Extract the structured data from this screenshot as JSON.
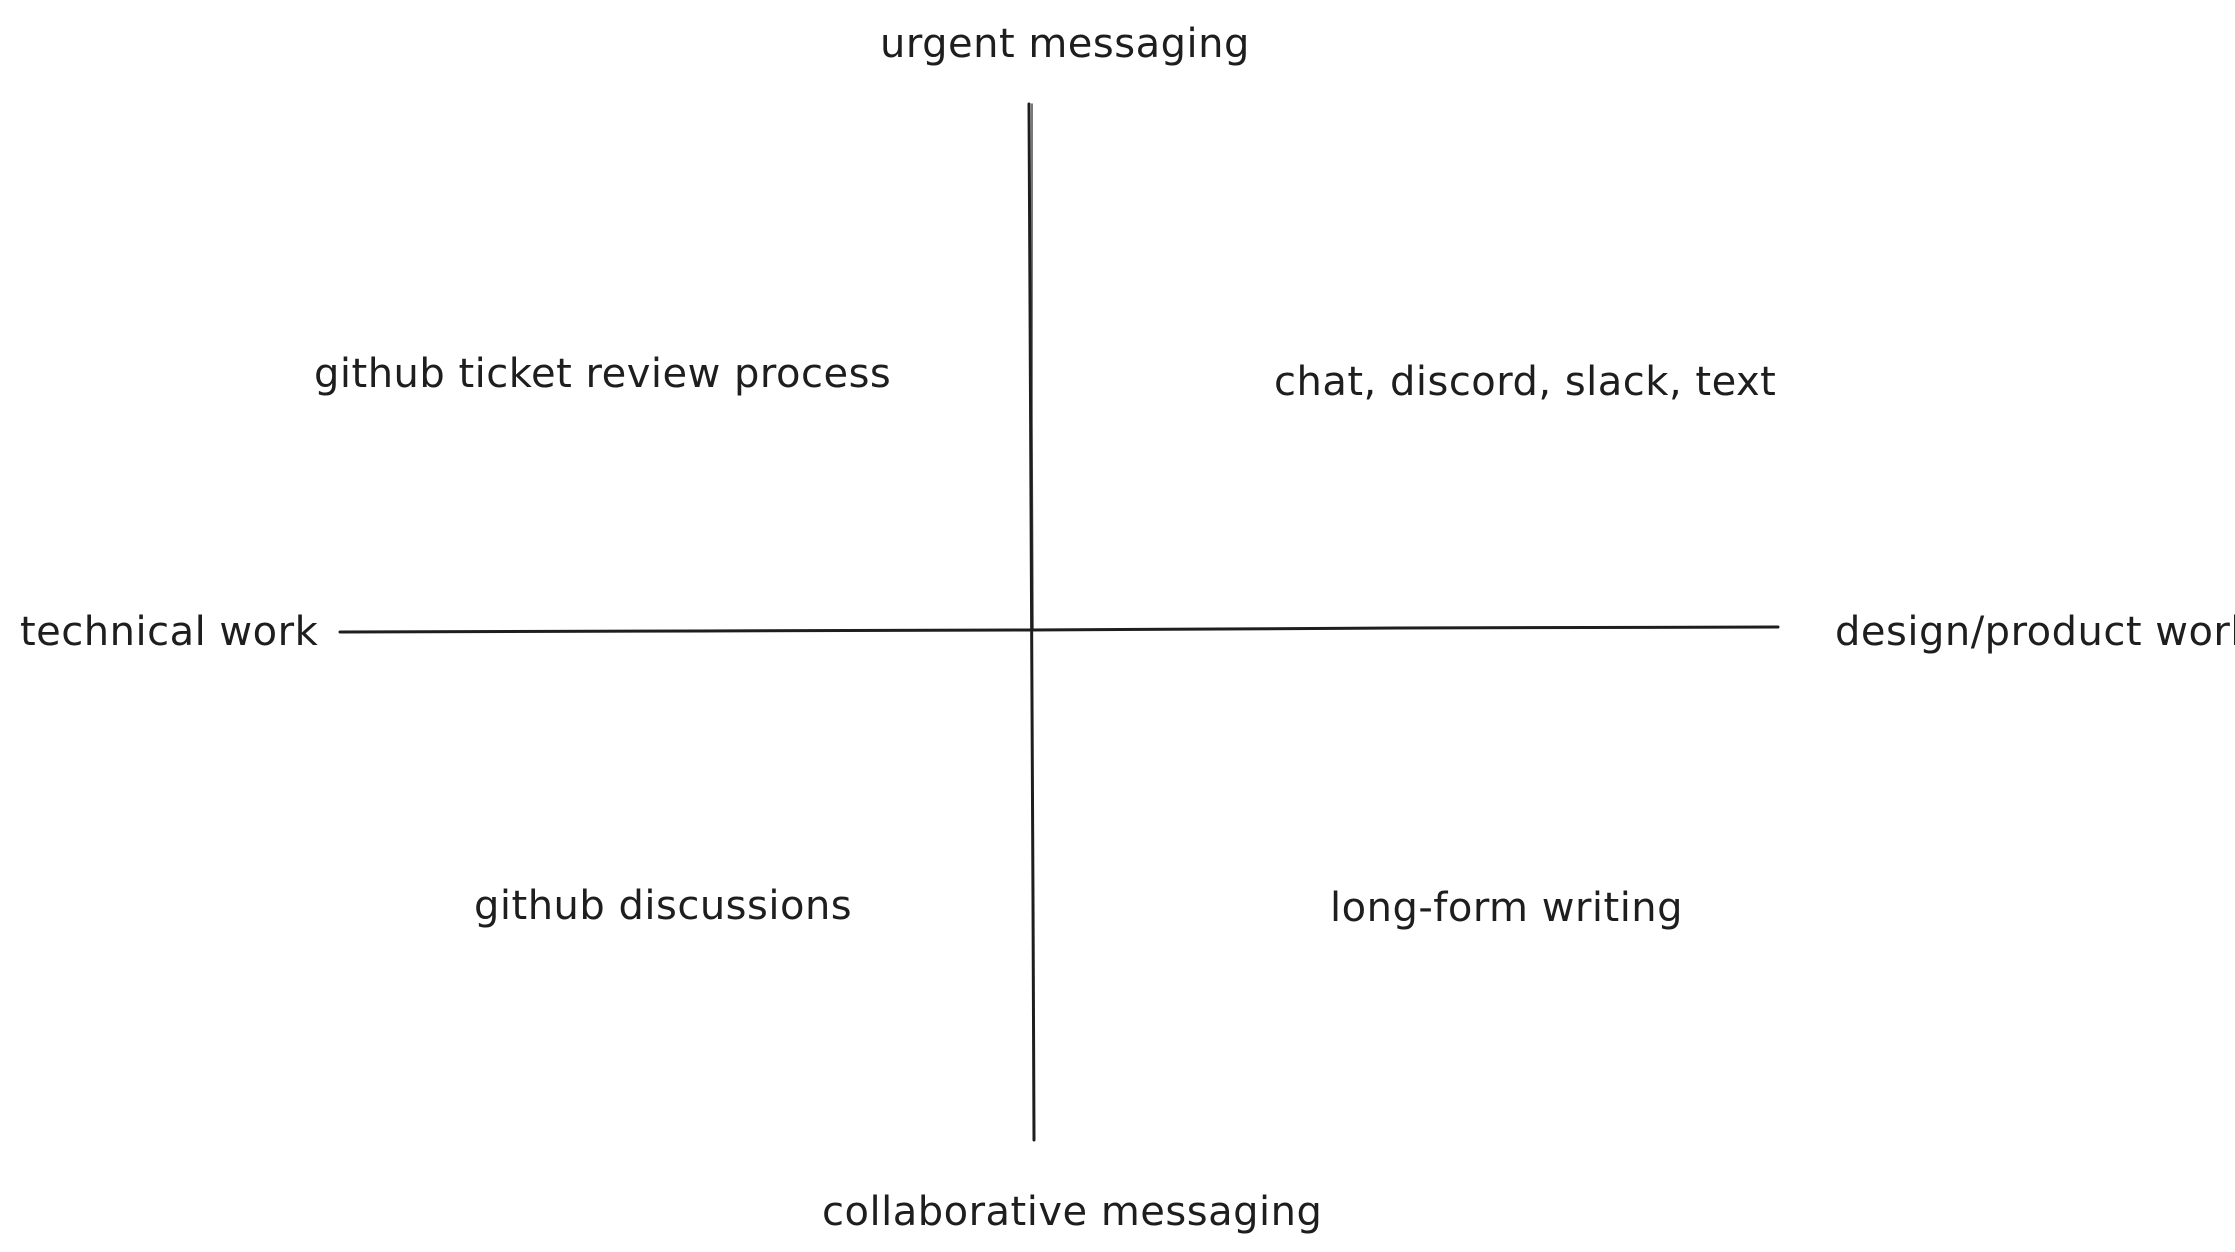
{
  "axes": {
    "top": "urgent messaging",
    "bottom": "collaborative messaging",
    "left": "technical work",
    "right": "design/product work"
  },
  "quadrants": {
    "top_left": "github ticket review process",
    "top_right": "chat, discord, slack, text",
    "bottom_left": "github discussions",
    "bottom_right": "long-form writing"
  },
  "colors": {
    "ink": "#1e1e1e",
    "background": "#ffffff"
  }
}
